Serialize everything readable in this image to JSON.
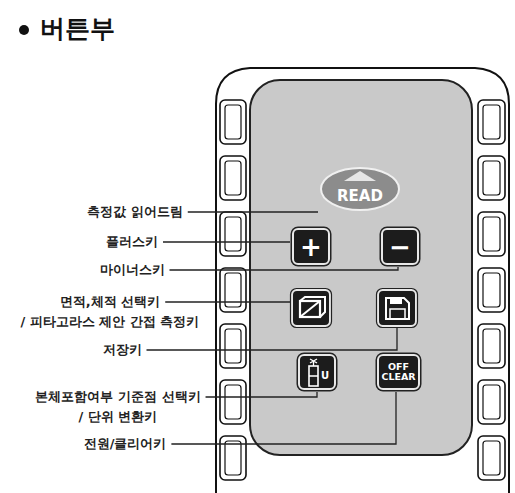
{
  "diagram": {
    "title": "버튼부",
    "nodes": [
      {
        "text": [
          "READ"
        ]
      },
      {
        "text": [
          "+"
        ]
      },
      {
        "text": [
          "−"
        ]
      },
      {
        "text": [
          "U"
        ]
      },
      {
        "text": [
          "OFF CLEAR"
        ]
      }
    ],
    "labels": [
      "측정값 읽어드림",
      "플러스키",
      "마이너스키",
      "면적,체적 선택키 / 피타고라스 제안 간접 측정키",
      "저장키",
      "본체포함여부 기준점 선택키 / 단위 변환키",
      "전원/클리어키"
    ]
  }
}
